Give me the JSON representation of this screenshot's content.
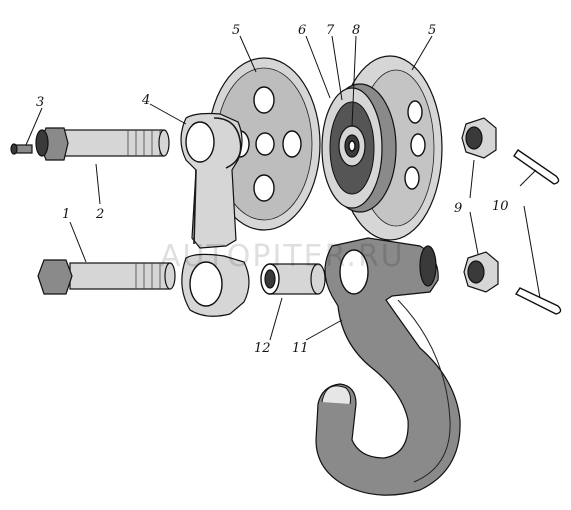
{
  "watermark": "AUTOPITER.RU",
  "callouts": [
    {
      "id": "1",
      "label": "1"
    },
    {
      "id": "2",
      "label": "2"
    },
    {
      "id": "3",
      "label": "3"
    },
    {
      "id": "4",
      "label": "4"
    },
    {
      "id": "5a",
      "label": "5"
    },
    {
      "id": "5b",
      "label": "5"
    },
    {
      "id": "6",
      "label": "6"
    },
    {
      "id": "7",
      "label": "7"
    },
    {
      "id": "8",
      "label": "8"
    },
    {
      "id": "9",
      "label": "9"
    },
    {
      "id": "10",
      "label": "10"
    },
    {
      "id": "11",
      "label": "11"
    },
    {
      "id": "12",
      "label": "12"
    }
  ]
}
